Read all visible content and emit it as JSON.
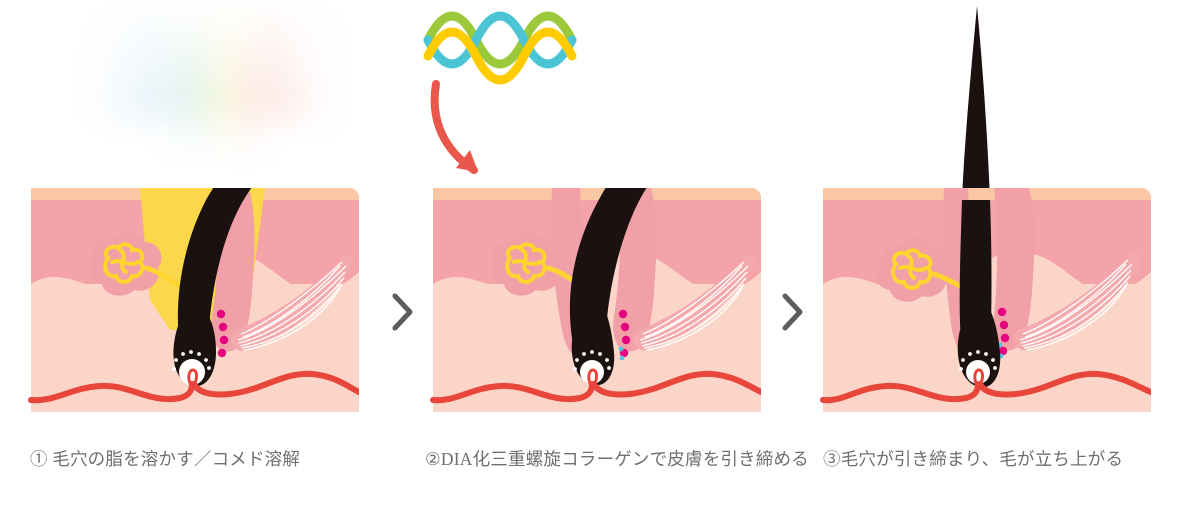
{
  "figure": {
    "kind": "three-step-illustration",
    "background_color": "#ffffff",
    "panel_count": 3
  },
  "palette": {
    "epidermis_top": "#F9C7A4",
    "epidermis": "#F4A3A8",
    "dermis": "#FBD6C8",
    "gland_blob": "#F0A0A6",
    "sebum_yellow": "#FBD74B",
    "gland_yellow": "#FFD52E",
    "hair_black": "#1A1110",
    "blood_red": "#E8463B",
    "muscle_pink": "#F4A9AC",
    "muscle_fiber": "#FFFFFF",
    "dot_magenta": "#E5007E",
    "dot_blue": "#59C3E0",
    "helix_yellow": "#FFCC00",
    "helix_green": "#9ACA3C",
    "helix_teal": "#4BC4D4",
    "arrow_red": "#E8564C",
    "chevron_gray": "#5C5C5E",
    "caption_gray": "#6F6F72"
  },
  "separators": [
    {
      "name": "chevron-1",
      "glyph": "chevron-right"
    },
    {
      "name": "chevron-2",
      "glyph": "chevron-right"
    }
  ],
  "panels": [
    {
      "index": 1,
      "number_label": "①",
      "caption": "① 毛穴の脂を溶かす／コメド溶解",
      "state": "pore filled with sebum, hair lying at a slant",
      "hair_direction": "slanted-right",
      "has_sebum_plug": true,
      "has_collagen_helix": false,
      "has_arrow": false,
      "elements": [
        "epidermis-layer",
        "dermis-layer",
        "hair-shaft",
        "sebum-plug",
        "sebaceous-gland",
        "arrector-pili-muscle",
        "nerve-dots",
        "hair-bulb",
        "dermal-papilla",
        "blood-vessel"
      ]
    },
    {
      "index": 2,
      "number_label": "②",
      "caption": "②DIA化三重螺旋コラーゲンで皮膚を引き締める",
      "state": "collagen triple helix applied to skin, sebum cleared",
      "hair_direction": "slanted-right",
      "has_sebum_plug": false,
      "has_collagen_helix": true,
      "has_arrow": true,
      "helix": {
        "name": "triple-helix-collagen",
        "strand_colors": [
          "#FFCC00",
          "#9ACA3C",
          "#4BC4D4"
        ],
        "cycles": 4
      },
      "elements": [
        "collagen-helix-icon",
        "application-arrow",
        "epidermis-layer",
        "dermis-layer",
        "hair-shaft",
        "sebaceous-gland",
        "arrector-pili-muscle",
        "nerve-dots",
        "hair-bulb",
        "dermal-papilla",
        "blood-vessel"
      ]
    },
    {
      "index": 3,
      "number_label": "③",
      "caption": "③毛穴が引き締まり、毛が立ち上がる",
      "state": "pore tightened, hair standing upright",
      "hair_direction": "upright",
      "has_sebum_plug": false,
      "has_collagen_helix": false,
      "has_arrow": false,
      "elements": [
        "epidermis-layer",
        "dermis-layer",
        "hair-shaft",
        "sebaceous-gland",
        "arrector-pili-muscle",
        "nerve-dots",
        "hair-bulb",
        "dermal-papilla",
        "blood-vessel"
      ]
    }
  ]
}
